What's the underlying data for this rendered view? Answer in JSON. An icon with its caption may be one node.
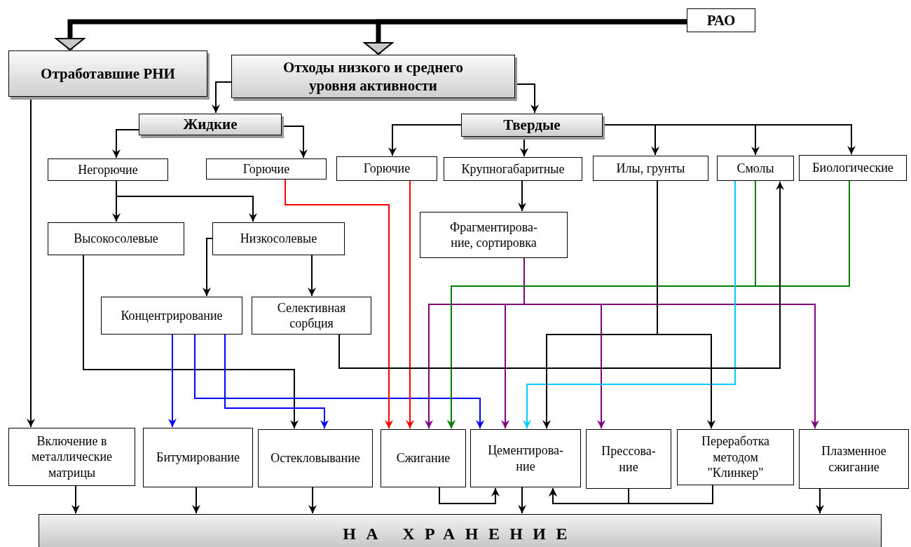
{
  "diagram": {
    "nodes": [
      {
        "text": [
          "РАО"
        ]
      },
      {
        "text": [
          "Отработавшие РНИ"
        ]
      },
      {
        "text": [
          "Отходы низкого и среднего уровня активности"
        ]
      },
      {
        "text": [
          "Жидкие"
        ]
      },
      {
        "text": [
          "Твердые"
        ]
      },
      {
        "text": [
          "Негорючие"
        ]
      },
      {
        "text": [
          "Горючие"
        ]
      },
      {
        "text": [
          "Горючие"
        ]
      },
      {
        "text": [
          "Крупногабаритные"
        ]
      },
      {
        "text": [
          "Илы, грунты"
        ]
      },
      {
        "text": [
          "Смолы"
        ]
      },
      {
        "text": [
          "Биологические"
        ]
      },
      {
        "text": [
          "Высокосолевые"
        ]
      },
      {
        "text": [
          "Низкосолевые"
        ]
      },
      {
        "text": [
          "Фрагментирова- ние, сортировка"
        ]
      },
      {
        "text": [
          "Концентрирование"
        ]
      },
      {
        "text": [
          "Селективная сорбция"
        ]
      },
      {
        "text": [
          "Включение в металлические матрицы"
        ]
      },
      {
        "text": [
          "Битумирование"
        ]
      },
      {
        "text": [
          "Остекловывание"
        ]
      },
      {
        "text": [
          "Сжигание"
        ]
      },
      {
        "text": [
          "Цементирова- ние"
        ]
      },
      {
        "text": [
          "Прессова- ние"
        ]
      },
      {
        "text": [
          "Переработка методом \"Клинкер\""
        ]
      },
      {
        "text": [
          "Плазменное сжигание"
        ]
      },
      {
        "text": [
          "НА ХРАНЕНИЕ"
        ]
      }
    ],
    "edges": [
      {
        "from": 0,
        "to": 1,
        "arrow": "to",
        "style": "thick"
      },
      {
        "from": 0,
        "to": 2,
        "arrow": "to",
        "style": "thick"
      },
      {
        "from": 2,
        "to": 3,
        "arrow": "to"
      },
      {
        "from": 2,
        "to": 4,
        "arrow": "to"
      },
      {
        "from": 3,
        "to": 5,
        "arrow": "to"
      },
      {
        "from": 3,
        "to": 6,
        "arrow": "to"
      },
      {
        "from": 4,
        "to": 7,
        "arrow": "to"
      },
      {
        "from": 4,
        "to": 8,
        "arrow": "to"
      },
      {
        "from": 4,
        "to": 9,
        "arrow": "to"
      },
      {
        "from": 4,
        "to": 10,
        "arrow": "to"
      },
      {
        "from": 4,
        "to": 11,
        "arrow": "to"
      },
      {
        "from": 5,
        "to": 12,
        "arrow": "to"
      },
      {
        "from": 5,
        "to": 13,
        "arrow": "to"
      },
      {
        "from": 13,
        "to": 15,
        "arrow": "to"
      },
      {
        "from": 13,
        "to": 16,
        "arrow": "to"
      },
      {
        "from": 8,
        "to": 14,
        "arrow": "to"
      },
      {
        "from": 1,
        "to": 17,
        "arrow": "to"
      },
      {
        "from": 12,
        "to": 19,
        "arrow": "to"
      },
      {
        "from": 15,
        "to": 18,
        "arrow": "to",
        "color": "#0000ff"
      },
      {
        "from": 15,
        "to": 21,
        "arrow": "to",
        "color": "#0000ff"
      },
      {
        "from": 15,
        "to": 19,
        "arrow": "to",
        "color": "#0000ff"
      },
      {
        "from": 6,
        "to": 20,
        "arrow": "to",
        "color": "#ff0000"
      },
      {
        "from": 7,
        "to": 20,
        "arrow": "to",
        "color": "#ff0000"
      },
      {
        "from": 14,
        "to": 20,
        "arrow": "to",
        "color": "#800080"
      },
      {
        "from": 14,
        "to": 21,
        "arrow": "to",
        "color": "#800080"
      },
      {
        "from": 14,
        "to": 22,
        "arrow": "to",
        "color": "#800080"
      },
      {
        "from": 14,
        "to": 24,
        "arrow": "to",
        "color": "#800080"
      },
      {
        "from": 10,
        "to": 20,
        "arrow": "to",
        "color": "#008000"
      },
      {
        "from": 11,
        "to": 20,
        "arrow": "to",
        "color": "#008000"
      },
      {
        "from": 10,
        "to": 21,
        "arrow": "to",
        "color": "#00ccff"
      },
      {
        "from": 9,
        "to": 21,
        "arrow": "to"
      },
      {
        "from": 9,
        "to": 23,
        "arrow": "to"
      },
      {
        "from": 16,
        "to": 10,
        "arrow": "to"
      },
      {
        "from": 17,
        "to": 25,
        "arrow": "to"
      },
      {
        "from": 18,
        "to": 25,
        "arrow": "to"
      },
      {
        "from": 19,
        "to": 25,
        "arrow": "to"
      },
      {
        "from": 21,
        "to": 25,
        "arrow": "to"
      },
      {
        "from": 24,
        "to": 25,
        "arrow": "to"
      },
      {
        "from": 20,
        "to": 21,
        "arrow": "to"
      },
      {
        "from": 22,
        "to": 21,
        "arrow": "to"
      },
      {
        "from": 23,
        "to": 21,
        "arrow": "to"
      }
    ]
  }
}
